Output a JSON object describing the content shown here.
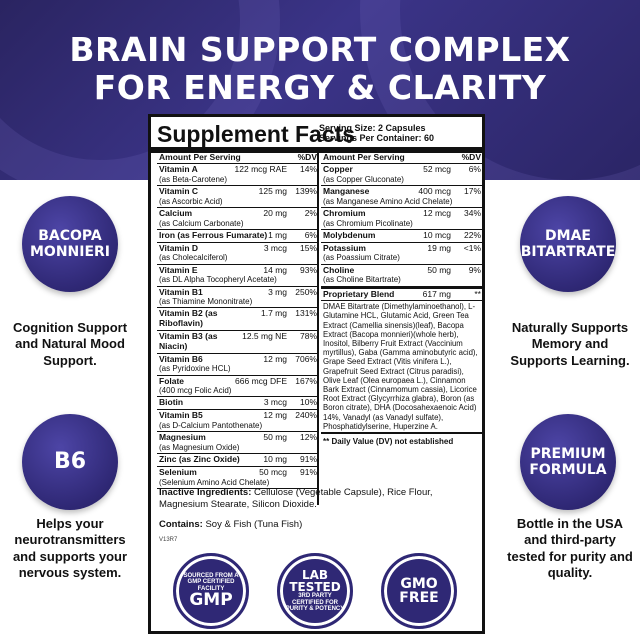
{
  "headline": {
    "line1": "BRAIN SUPPORT COMPLEX",
    "line2": "FOR ENERGY & CLARITY"
  },
  "left": {
    "badge1": "BACOPA MONNIERI",
    "text1": "Cognition Support and Natural Mood Support.",
    "badge2": "B6",
    "text2": "Helps your neurotransmitters and supports your nervous system."
  },
  "right": {
    "badge1": "DMAE BITARTRATE",
    "text1": "Naturally Supports Memory and Supports Learning.",
    "badge2": "PREMIUM FORMULA",
    "text2": "Bottle in the USA and third-party tested for purity and quality."
  },
  "facts": {
    "title": "Supplement Facts",
    "serving_size": "Serving Size: 2 Capsules",
    "servings_per_container": "Servings Per Container: 60",
    "col_header": "Amount Per Serving",
    "dv_header": "%DV",
    "left_rows": [
      {
        "name": "Vitamin A",
        "amount": "122 mcg RAE",
        "dv": "14%",
        "sub": "(as Beta-Carotene)"
      },
      {
        "name": "Vitamin C",
        "amount": "125 mg",
        "dv": "139%",
        "sub": "(as Ascorbic Acid)"
      },
      {
        "name": "Calcium",
        "amount": "20 mg",
        "dv": "2%",
        "sub": "(as Calcium Carbonate)"
      },
      {
        "name": "Iron (as Ferrous Fumarate)",
        "amount": "1 mg",
        "dv": "6%",
        "sub": ""
      },
      {
        "name": "Vitamin D",
        "amount": "3 mcg",
        "dv": "15%",
        "sub": "(as Cholecalciferol)"
      },
      {
        "name": "Vitamin E",
        "amount": "14 mg",
        "dv": "93%",
        "sub": "(as DL Alpha Tocopheryl Acetate)"
      },
      {
        "name": "Vitamin B1",
        "amount": "3 mg",
        "dv": "250%",
        "sub": "(as Thiamine Mononitrate)"
      },
      {
        "name": "Vitamin B2 (as Riboflavin)",
        "amount": "1.7 mg",
        "dv": "131%",
        "sub": ""
      },
      {
        "name": "Vitamin B3 (as Niacin)",
        "amount": "12.5 mg NE",
        "dv": "78%",
        "sub": ""
      },
      {
        "name": "Vitamin B6",
        "amount": "12 mg",
        "dv": "706%",
        "sub": "(as Pyridoxine HCL)"
      },
      {
        "name": "Folate",
        "amount": "666 mcg DFE",
        "dv": "167%",
        "sub": "(400 mcg Folic Acid)"
      },
      {
        "name": "Biotin",
        "amount": "3 mcg",
        "dv": "10%",
        "sub": ""
      },
      {
        "name": "Vitamin B5",
        "amount": "12 mg",
        "dv": "240%",
        "sub": "(as D-Calcium Pantothenate)"
      },
      {
        "name": "Magnesium",
        "amount": "50 mg",
        "dv": "12%",
        "sub": "(as Magnesium Oxide)"
      },
      {
        "name": "Zinc (as Zinc Oxide)",
        "amount": "10 mg",
        "dv": "91%",
        "sub": ""
      },
      {
        "name": "Selenium",
        "amount": "50 mcg",
        "dv": "91%",
        "sub": "(Selenium Amino Acid Chelate)"
      }
    ],
    "right_rows": [
      {
        "name": "Copper",
        "amount": "52 mcg",
        "dv": "6%",
        "sub": "(as Copper Gluconate)"
      },
      {
        "name": "Manganese",
        "amount": "400 mcg",
        "dv": "17%",
        "sub": "(as Manganese Amino Acid Chelate)"
      },
      {
        "name": "Chromium",
        "amount": "12 mcg",
        "dv": "34%",
        "sub": "(as Chromium Picolinate)"
      },
      {
        "name": "Molybdenum",
        "amount": "10 mcg",
        "dv": "22%",
        "sub": ""
      },
      {
        "name": "Potassium",
        "amount": "19 mg",
        "dv": "<1%",
        "sub": "(as Poassium Citrate)"
      },
      {
        "name": "Choline",
        "amount": "50 mg",
        "dv": "9%",
        "sub": "(as Choline Bitartrate)"
      }
    ],
    "blend_name": "Proprietary Blend",
    "blend_amount": "617 mg",
    "blend_dv": "**",
    "blend_text": "DMAE Bitartrate (Dimethylaminoethanol), L-Glutamine HCL, Glutamic Acid, Green Tea Extract (Camellia sinensis)(leaf), Bacopa Extract (Bacopa monnieri)(whole herb), Inositol, Bilberry Fruit Extract (Vaccinium myrtillus), Gaba (Gamma aminobutyric acid), Grape Seed Extract (Vitis vinifera L.), Grapefruit Seed Extract (Citrus paradisi), Olive Leaf (Olea europaea L.), Cinnamon Bark Extract (Cinnamomum cassia), Licorice Root Extract (Glycyrrhiza glabra), Boron (as Boron citrate), DHA (Docosahexaenoic Acid) 14%, Vanadyl (as Vanadyl sulfate), Phosphatidylserine, Huperzine A.",
    "dv_note": "** Daily Value (DV) not established",
    "inactive_label": "Inactive Ingredients:",
    "inactive_text": "Cellulose (Vegetable Capsule), Rice Flour, Magnesium Stearate, Silicon Dioxide.",
    "contains_label": "Contains:",
    "contains_text": "Soy & Fish (Tuna Fish)",
    "code": "V13R7"
  },
  "seals": {
    "gmp_big": "GMP",
    "gmp_small": "SOURCED FROM A GMP CERTIFIED FACILITY",
    "lab_big": "LAB TESTED",
    "lab_small": "3RD PARTY CERTIFIED FOR PURITY & POTENCY",
    "gmo_big": "GMO FREE"
  }
}
